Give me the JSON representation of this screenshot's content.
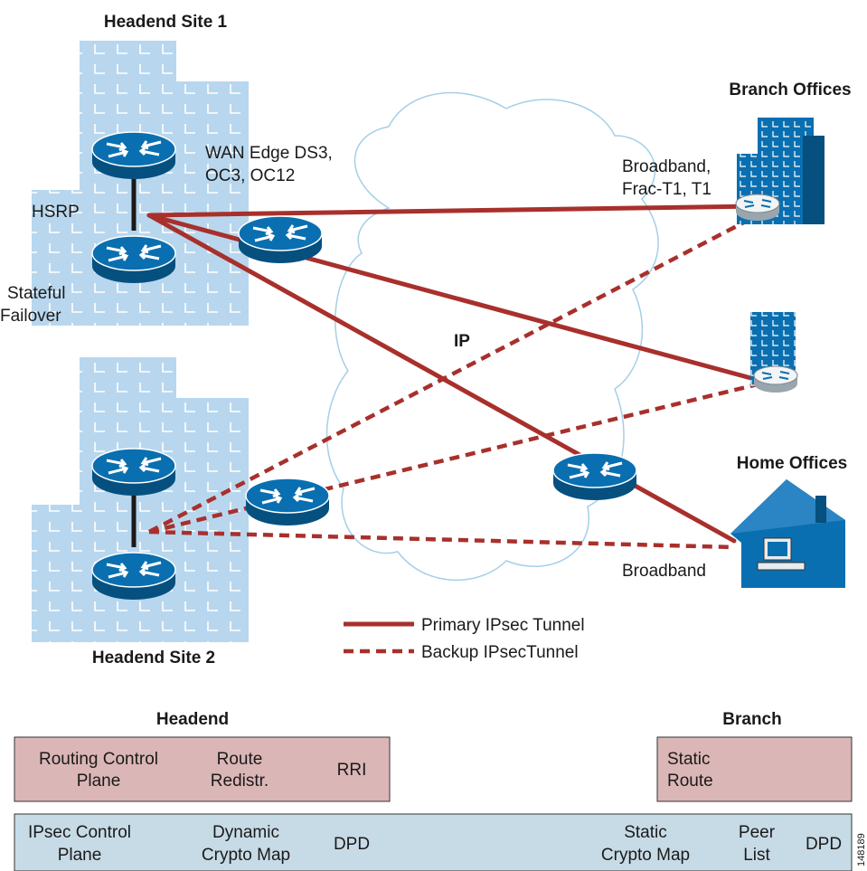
{
  "sites": {
    "headend1": "Headend Site 1",
    "headend2": "Headend Site 2",
    "branch_offices": "Branch Offices",
    "home_offices": "Home Offices"
  },
  "labels": {
    "wan_edge_line1": "WAN Edge DS3,",
    "wan_edge_line2": "OC3, OC12",
    "hsrp": "HSRP",
    "stateful_line1": "Stateful",
    "stateful_line2": "Failover",
    "broadband_branch_line1": "Broadband,",
    "broadband_branch_line2": "Frac-T1, T1",
    "ip": "IP",
    "broadband_home": "Broadband"
  },
  "legend": {
    "primary": "Primary IPsec Tunnel",
    "backup": "Backup IPsecTunnel"
  },
  "table": {
    "headend_title": "Headend",
    "branch_title": "Branch",
    "routing_control_line1": "Routing Control",
    "routing_control_line2": "Plane",
    "route_redistr_line1": "Route",
    "route_redistr_line2": "Redistr.",
    "rri": "RRI",
    "static_route_line1": "Static",
    "static_route_line2": "Route",
    "ipsec_control_line1": "IPsec Control",
    "ipsec_control_line2": "Plane",
    "dynamic_crypto_line1": "Dynamic",
    "dynamic_crypto_line2": "Crypto Map",
    "dpd_headend": "DPD",
    "static_crypto_line1": "Static",
    "static_crypto_line2": "Crypto Map",
    "peer_list_line1": "Peer",
    "peer_list_line2": "List",
    "dpd_branch": "DPD"
  },
  "figure_id": "148189",
  "colors": {
    "tunnel": "#a8302c",
    "building": "#b8d7ee",
    "router": "#0a6fb0",
    "routing_box": "#dbb6b6",
    "ipsec_box": "#c7dbe6"
  }
}
